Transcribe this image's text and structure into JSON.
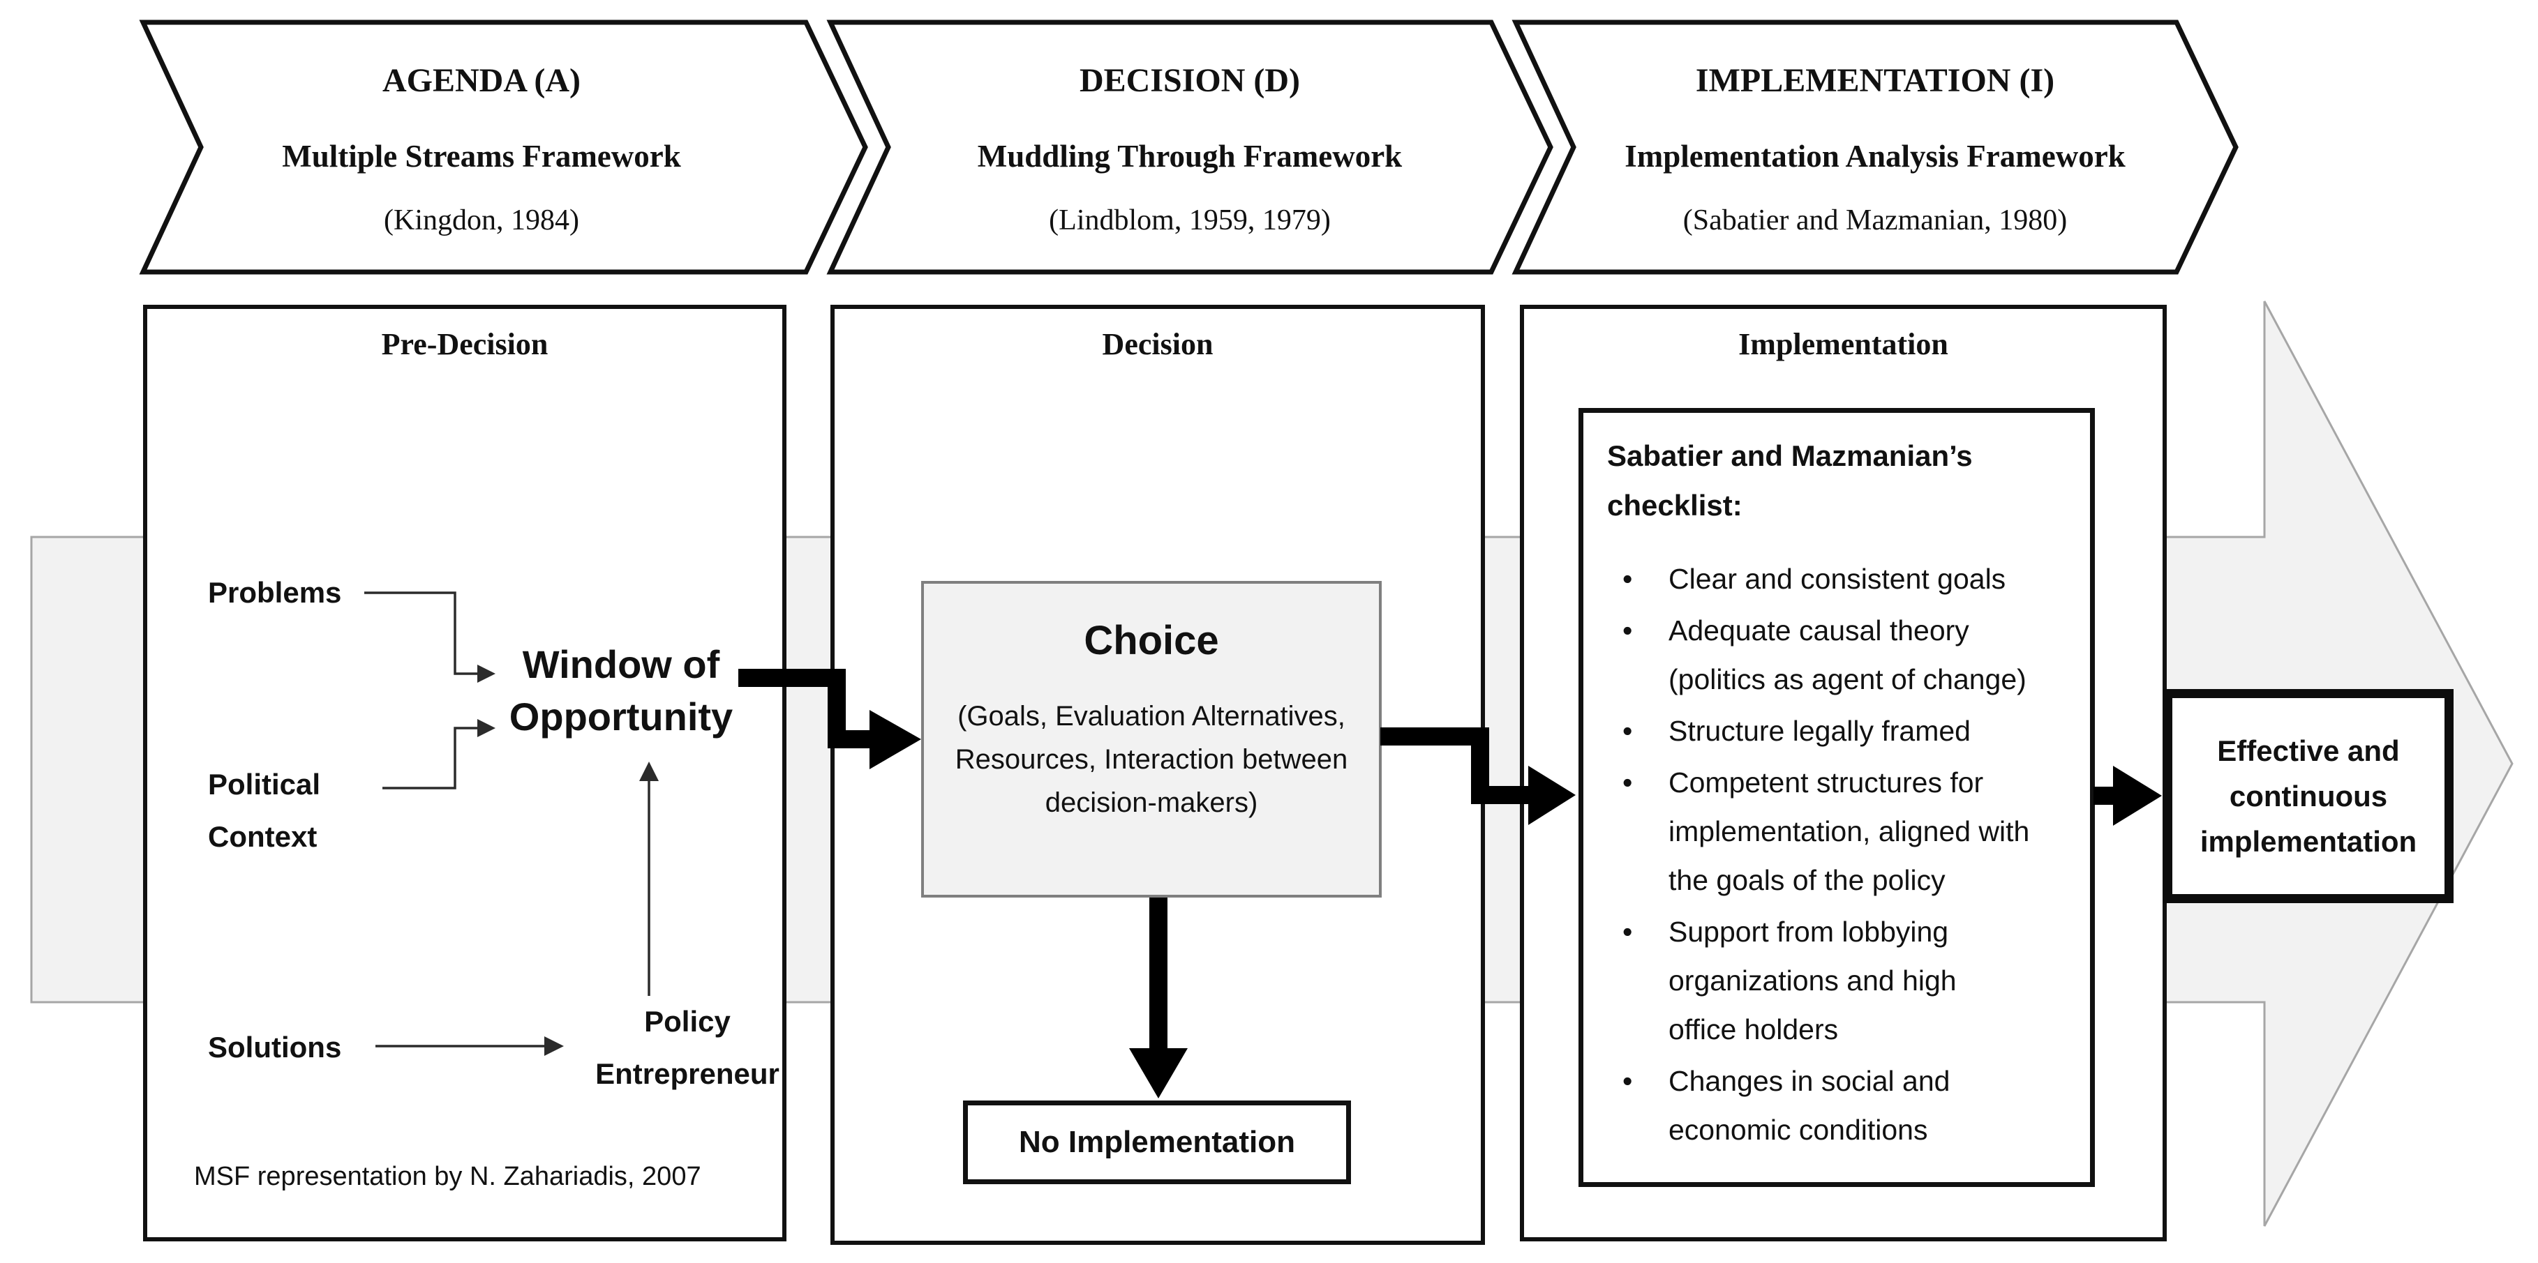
{
  "colors": {
    "band_fill": "#f2f2f2",
    "band_stroke": "#a6a6a6",
    "shape_stroke": "#111111",
    "choice_fill": "#f2f2f2",
    "choice_stroke": "#7f7f7f",
    "arrow_color": "#000000",
    "text_color": "#111111"
  },
  "chevrons": [
    {
      "title": "AGENDA (A)",
      "subtitle": "Multiple Streams Framework",
      "citation": "(Kingdon, 1984)"
    },
    {
      "title": "DECISION (D)",
      "subtitle": "Muddling Through Framework",
      "citation": "(Lindblom, 1959, 1979)"
    },
    {
      "title": "IMPLEMENTATION (I)",
      "subtitle": "Implementation Analysis Framework",
      "citation": "(Sabatier and Mazmanian, 1980)"
    }
  ],
  "pre_decision": {
    "title": "Pre-Decision",
    "problems_label": "Problems",
    "political_label": "Political Context",
    "solutions_label": "Solutions",
    "window_label": "Window of Opportunity",
    "entrepreneur_label": "Policy Entrepreneur",
    "note": "MSF representation by N. Zahariadis, 2007"
  },
  "decision": {
    "title": "Decision",
    "choice_title": "Choice",
    "choice_detail": [
      "(Goals, Evaluation Alternatives,",
      "Resources, Interaction between",
      "decision-makers)"
    ],
    "no_implementation_label": "No Implementation"
  },
  "implementation": {
    "title": "Implementation",
    "checklist": {
      "title": "Sabatier and Mazmanian’s checklist:",
      "items": [
        [
          "Clear and consistent goals"
        ],
        [
          "Adequate causal theory",
          "(politics as agent of change)"
        ],
        [
          "Structure legally framed"
        ],
        [
          "Competent structures for",
          "implementation, aligned with",
          "the goals of the policy"
        ],
        [
          "Support from lobbying",
          "organizations and high",
          "office holders"
        ],
        [
          "Changes in social and",
          "economic conditions"
        ]
      ]
    }
  },
  "outcome": {
    "label": "Effective and continuous implementation"
  }
}
